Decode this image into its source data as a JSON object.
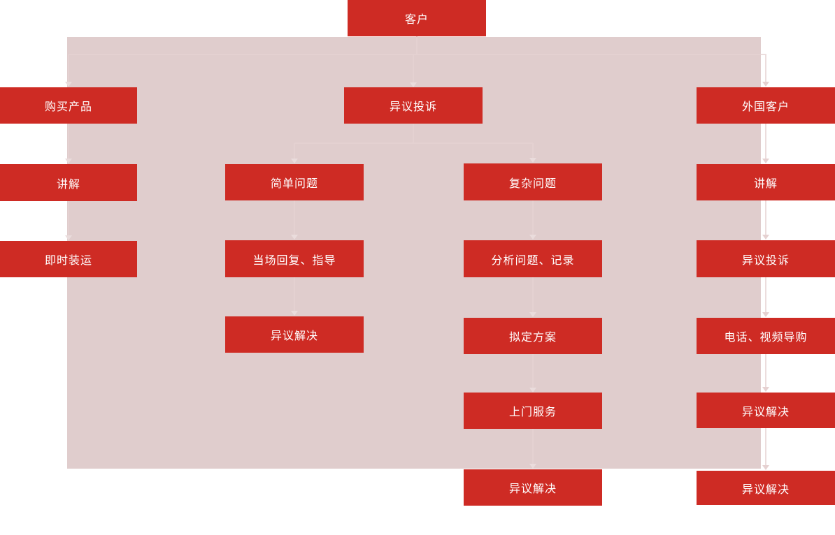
{
  "diagram": {
    "type": "flowchart",
    "title": "customer service flow",
    "colors": {
      "node_fill": "#ce2b24",
      "node_text": "#ffffff",
      "panel_background": "#e0cdcd",
      "connector_line": "#ecdddd",
      "connector_arrow": "#e6d1d1",
      "page_background": "#ffffff"
    }
  },
  "nodes": [
    {
      "name": "customer",
      "label": "客户"
    },
    {
      "name": "buy-product",
      "label": "购买产品"
    },
    {
      "name": "explain-left",
      "label": "讲解"
    },
    {
      "name": "instant-shipping",
      "label": "即时装运"
    },
    {
      "name": "objection-complaint",
      "label": "异议投诉"
    },
    {
      "name": "simple-problem",
      "label": "简单问题"
    },
    {
      "name": "onsite-reply-guidance",
      "label": "当场回复、指导"
    },
    {
      "name": "objection-resolved-simple",
      "label": "异议解决"
    },
    {
      "name": "complex-problem",
      "label": "复杂问题"
    },
    {
      "name": "analyze-problem-record",
      "label": "分析问题、记录"
    },
    {
      "name": "draft-plan",
      "label": "拟定方案"
    },
    {
      "name": "door-to-door-service",
      "label": "上门服务"
    },
    {
      "name": "objection-resolved-complex",
      "label": "异议解决"
    },
    {
      "name": "foreign-customer",
      "label": "外国客户"
    },
    {
      "name": "explain-right",
      "label": "讲解"
    },
    {
      "name": "objection-complaint-foreign",
      "label": "异议投诉"
    },
    {
      "name": "phone-video-shopping-guide",
      "label": "电话、视频导购"
    },
    {
      "name": "objection-resolved-foreign",
      "label": "异议解决"
    },
    {
      "name": "objection-resolved-foreign-final",
      "label": "异议解决"
    }
  ],
  "edges": [
    {
      "from": "customer",
      "to": "buy-product"
    },
    {
      "from": "customer",
      "to": "objection-complaint"
    },
    {
      "from": "customer",
      "to": "foreign-customer"
    },
    {
      "from": "buy-product",
      "to": "explain-left"
    },
    {
      "from": "explain-left",
      "to": "instant-shipping"
    },
    {
      "from": "objection-complaint",
      "to": "simple-problem"
    },
    {
      "from": "objection-complaint",
      "to": "complex-problem"
    },
    {
      "from": "simple-problem",
      "to": "onsite-reply-guidance"
    },
    {
      "from": "onsite-reply-guidance",
      "to": "objection-resolved-simple"
    },
    {
      "from": "complex-problem",
      "to": "analyze-problem-record"
    },
    {
      "from": "analyze-problem-record",
      "to": "draft-plan"
    },
    {
      "from": "draft-plan",
      "to": "door-to-door-service"
    },
    {
      "from": "door-to-door-service",
      "to": "objection-resolved-complex"
    },
    {
      "from": "foreign-customer",
      "to": "explain-right"
    },
    {
      "from": "explain-right",
      "to": "objection-complaint-foreign"
    },
    {
      "from": "objection-complaint-foreign",
      "to": "phone-video-shopping-guide"
    },
    {
      "from": "phone-video-shopping-guide",
      "to": "objection-resolved-foreign"
    },
    {
      "from": "objection-resolved-foreign",
      "to": "objection-resolved-foreign-final"
    }
  ]
}
